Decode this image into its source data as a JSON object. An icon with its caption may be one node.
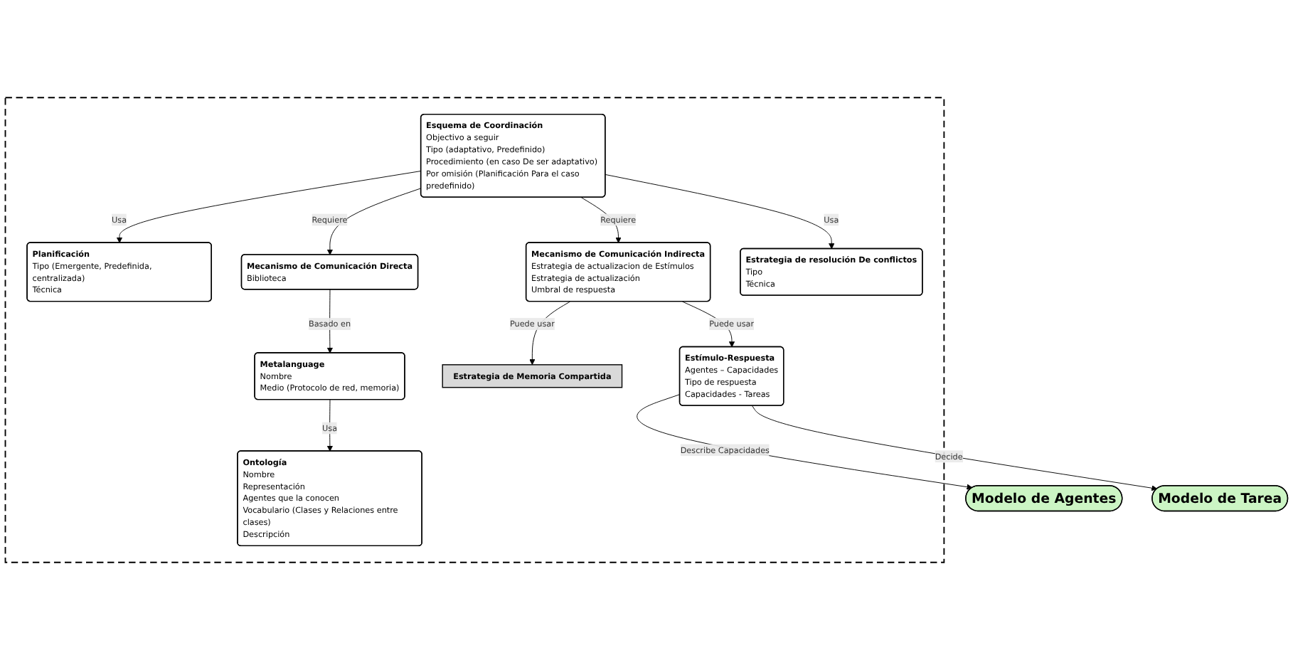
{
  "diagram": {
    "nodes": [
      {
        "text": [],
        "shape": "box"
      },
      {
        "text": [
          "Ontología",
          "Nombre",
          "Representación",
          "Agentes que la conocen",
          "Vocabulario (Clases y Relaciones entre clases)",
          "Descripción"
        ],
        "in": 0
      },
      {
        "text": [
          "Metalanguage",
          "Nombre",
          "Medio (Protocolo de red, memoria)"
        ],
        "in": 0
      },
      {
        "text": [
          "Planificación",
          "Tipo (Emergente, Predefinida, centralizada)",
          "Técnica"
        ],
        "in": 0
      },
      {
        "text": [
          "Mecanismo de Comunicación Directa",
          "Biblioteca"
        ],
        "in": 0
      },
      {
        "text": [
          "Estrategia de Memoria Compartida"
        ],
        "in": 0
      },
      {
        "text": [
          "Esquema de Coordinación",
          "Objectivo a seguir",
          "Tipo (adaptativo, Predefinido)",
          "Procedimiento (en caso De ser adaptativo)",
          "Por omisión (Planificación Para el caso predefinido)"
        ],
        "in": 0
      },
      {
        "text": [
          "Mecanismo de Comunicación Indirecta",
          "Estrategia de actualizacion de Estímulos",
          "Estrategia de actualización",
          "Umbral de respuesta"
        ],
        "in": 0
      },
      {
        "text": [
          "Estímulo-Respuesta",
          "Agentes – Capacidades",
          "Tipo de respuesta",
          "Capacidades - Tareas"
        ],
        "in": 0
      },
      {
        "text": [
          "Estrategia de resolución De conflictos",
          "Tipo",
          "Técnica"
        ],
        "in": 0
      },
      {
        "text": [
          "Modelo de Agentes"
        ]
      },
      {
        "text": [
          "Modelo de Tarea"
        ]
      }
    ],
    "edges": [
      {
        "from": 2,
        "to": 1,
        "arrow": "to",
        "label": "Usa"
      },
      {
        "from": 4,
        "to": 2,
        "arrow": "to",
        "label": "Basado en"
      },
      {
        "from": 6,
        "to": 3,
        "arrow": "to",
        "label": "Usa"
      },
      {
        "from": 6,
        "to": 4,
        "arrow": "to",
        "label": "Requiere"
      },
      {
        "from": 6,
        "to": 7,
        "arrow": "to",
        "label": "Requiere"
      },
      {
        "from": 6,
        "to": 9,
        "arrow": "to",
        "label": "Usa"
      },
      {
        "from": 7,
        "to": 5,
        "arrow": "to",
        "label": "Puede usar"
      },
      {
        "from": 7,
        "to": 8,
        "arrow": "to",
        "label": "Puede usar"
      },
      {
        "from": 8,
        "to": 10,
        "arrow": "to",
        "label": "Describe Capacidades"
      },
      {
        "from": 8,
        "to": 11,
        "arrow": "to",
        "label": "Decide"
      }
    ]
  }
}
